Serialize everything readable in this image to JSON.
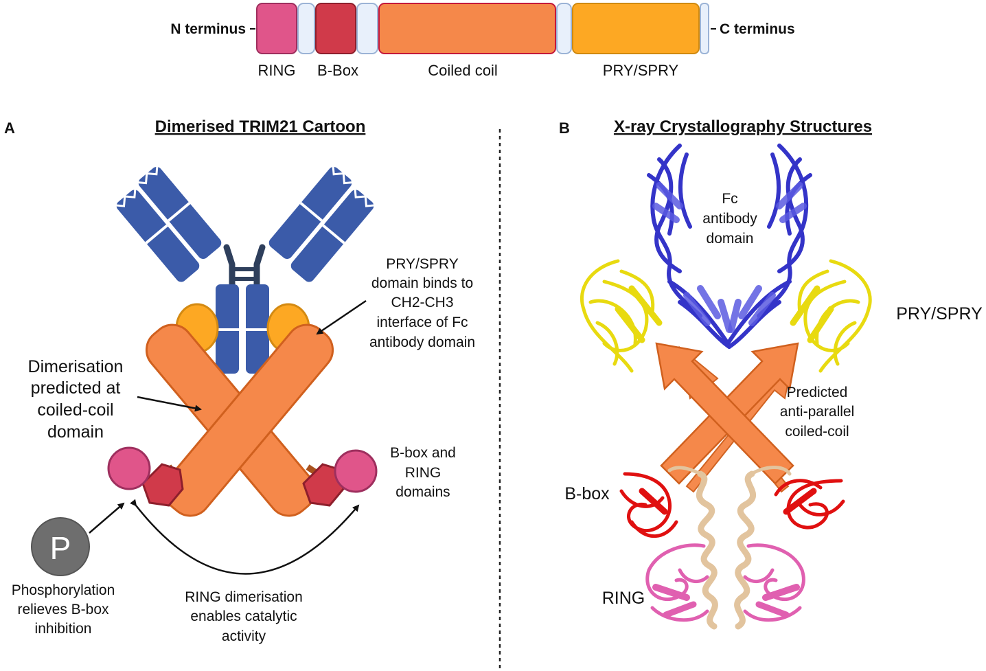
{
  "domain_bar": {
    "n_label": "N terminus",
    "c_label": "C terminus",
    "labels": {
      "ring": "RING",
      "bbox": "B-Box",
      "coiled": "Coiled coil",
      "pryspry": "PRY/SPRY"
    },
    "colors": {
      "ring": "#E0558A",
      "bbox": "#D03A4A",
      "coiled": "#F5884A",
      "pryspry": "#FDA823",
      "linker": "#E8F0FB"
    }
  },
  "panel_a": {
    "letter": "A",
    "title": "Dimerised TRIM21 Cartoon",
    "dimerisation": [
      "Dimerisation",
      "predicted at",
      "coiled-coil",
      "domain"
    ],
    "pryspry_note": [
      "PRY/SPRY",
      "domain binds to",
      "CH2-CH3",
      "interface of Fc",
      "antibody domain"
    ],
    "bbox_ring": [
      "B-box and",
      "RING",
      "domains"
    ],
    "phospho_symbol": "P",
    "phospho_note": [
      "Phosphorylation",
      "relieves B-box",
      "inhibition"
    ],
    "ring_dimer_note": [
      "RING dimerisation",
      "enables catalytic",
      "activity"
    ]
  },
  "panel_b": {
    "letter": "B",
    "title": "X-ray Crystallography Structures",
    "fc_label": [
      "Fc",
      "antibody",
      "domain"
    ],
    "pryspry": "PRY/SPRY",
    "predicted": [
      "Predicted",
      "anti-parallel",
      "coiled-coil"
    ],
    "bbox": "B-box",
    "ring": "RING"
  }
}
